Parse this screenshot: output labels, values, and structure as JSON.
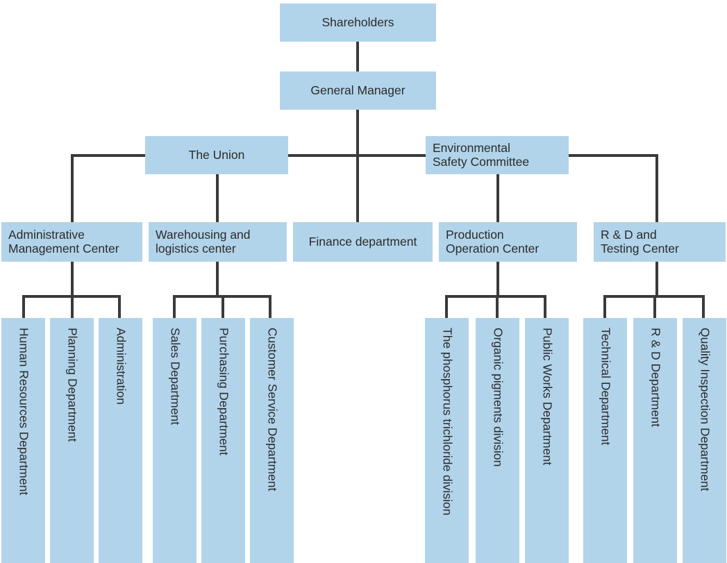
{
  "chart_data": {
    "type": "diagram",
    "title": "Company Organizational Structure Chart",
    "theme": {
      "node_fill": "#b2d4ea",
      "line_color": "#3a3a3a",
      "text_color": "#2b2b2b",
      "background": "#ffffff"
    },
    "levels": [
      {
        "level": 1,
        "nodes": [
          "Shareholders"
        ]
      },
      {
        "level": 2,
        "nodes": [
          "General Manager"
        ]
      },
      {
        "level": 3,
        "nodes": [
          "The Union",
          "Environmental\nSafety Committee"
        ]
      },
      {
        "level": 4,
        "nodes": [
          "Administrative\nManagement Center",
          "Warehousing and\nlogistics center",
          "Finance department",
          "Production\nOperation Center",
          "R & D and\nTesting Center"
        ]
      },
      {
        "level": 5,
        "nodes": [
          "Human Resources Department",
          "Planning Department",
          "Administration",
          "Sales Department",
          "Purchasing Department",
          "Customer Service Department",
          "The phosphorus trichloride division",
          "Organic pigments division",
          "Public Works Department",
          "Technical Department",
          "R & D Department",
          "Quality Inspection Department"
        ]
      }
    ],
    "edges": [
      [
        "Shareholders",
        "General Manager"
      ],
      [
        "General Manager",
        "The Union"
      ],
      [
        "General Manager",
        "Environmental Safety Committee"
      ],
      [
        "General Manager",
        "Finance department"
      ],
      [
        "The Union",
        "Administrative Management Center"
      ],
      [
        "The Union",
        "Warehousing and logistics center"
      ],
      [
        "Environmental Safety Committee",
        "Production Operation Center"
      ],
      [
        "Environmental Safety Committee",
        "R & D and Testing Center"
      ],
      [
        "Administrative Management Center",
        "Human Resources Department"
      ],
      [
        "Administrative Management Center",
        "Planning Department"
      ],
      [
        "Administrative Management Center",
        "Administration"
      ],
      [
        "Warehousing and logistics center",
        "Sales Department"
      ],
      [
        "Warehousing and logistics center",
        "Purchasing Department"
      ],
      [
        "Warehousing and logistics center",
        "Customer Service Department"
      ],
      [
        "Production Operation Center",
        "The phosphorus trichloride division"
      ],
      [
        "Production Operation Center",
        "Organic pigments division"
      ],
      [
        "Production Operation Center",
        "Public Works Department"
      ],
      [
        "R & D and Testing Center",
        "Technical Department"
      ],
      [
        "R & D and Testing Center",
        "R & D Department"
      ],
      [
        "R & D and Testing Center",
        "Quality Inspection Department"
      ]
    ]
  },
  "nodes": {
    "shareholders": "Shareholders",
    "general_manager": "General Manager",
    "the_union": "The Union",
    "environmental_safety_committee": "Environmental\nSafety Committee",
    "administrative_management_center": "Administrative\nManagement Center",
    "warehousing_logistics_center": "Warehousing and\nlogistics center",
    "finance_department": "Finance department",
    "production_operation_center": "Production\nOperation Center",
    "rd_testing_center": "R & D and\nTesting Center",
    "human_resources_department": "Human Resources Department",
    "planning_department": "Planning Department",
    "administration": "Administration",
    "sales_department": "Sales Department",
    "purchasing_department": "Purchasing Department",
    "customer_service_department": "Customer Service Department",
    "phosphorus_trichloride_division": "The phosphorus trichloride division",
    "organic_pigments_division": "Organic pigments division",
    "public_works_department": "Public Works Department",
    "technical_department": "Technical Department",
    "rd_department": "R & D Department",
    "quality_inspection_department": "Quality Inspection Department"
  }
}
